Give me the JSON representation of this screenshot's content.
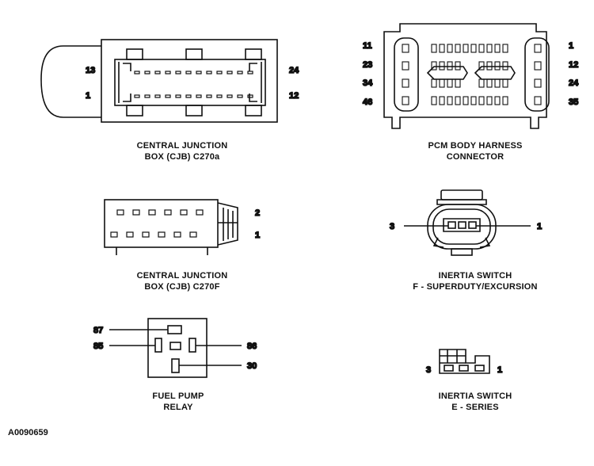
{
  "figure_id": "A0090659",
  "connectors": {
    "cjb_c270a": {
      "caption": [
        "CENTRAL JUNCTION",
        "BOX (CJB) C270a"
      ],
      "pins": {
        "top_left": "13",
        "bottom_left": "1",
        "top_right": "24",
        "bottom_right": "12"
      }
    },
    "pcm": {
      "caption": [
        "PCM BODY HARNESS",
        "CONNECTOR"
      ],
      "pins": {
        "l1": "11",
        "l2": "23",
        "l3": "34",
        "l4": "46",
        "r1": "1",
        "r2": "12",
        "r3": "24",
        "r4": "35"
      }
    },
    "cjb_c270f": {
      "caption": [
        "CENTRAL JUNCTION",
        "BOX (CJB) C270F"
      ],
      "pins": {
        "top": "2",
        "bottom": "1"
      }
    },
    "inertia_f": {
      "caption": [
        "INERTIA SWITCH",
        "F - SUPERDUTY/EXCURSION"
      ],
      "pins": {
        "left": "3",
        "right": "1"
      }
    },
    "relay": {
      "caption": [
        "FUEL PUMP",
        "RELAY"
      ],
      "pins": {
        "p87": "87",
        "p85": "85",
        "p86": "86",
        "p30": "30"
      }
    },
    "inertia_e": {
      "caption": [
        "INERTIA SWITCH",
        "E - SERIES"
      ],
      "pins": {
        "left": "3",
        "right": "1"
      }
    }
  }
}
